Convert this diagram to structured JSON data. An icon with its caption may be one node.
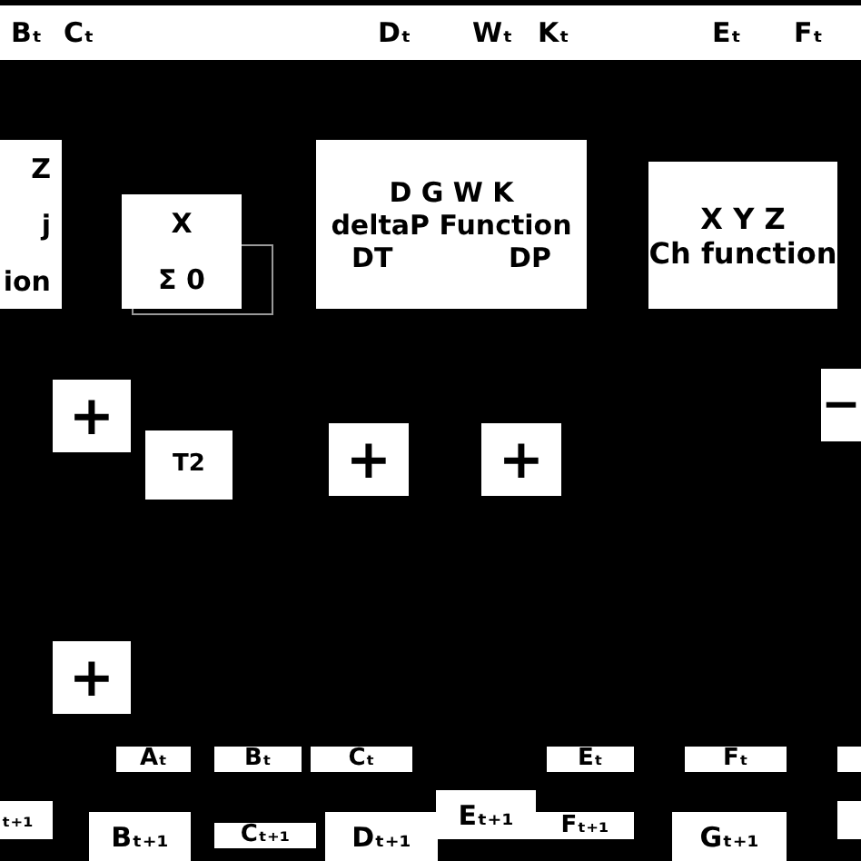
{
  "diagram": {
    "nodes": [
      {
        "text": [
          "Z",
          "j",
          "ion"
        ]
      },
      {
        "text": [
          "X",
          "Σ 0"
        ]
      },
      {
        "text": [
          "D G W K",
          "deltaP Function",
          "DT",
          "DP"
        ]
      },
      {
        "text": [
          "X Y Z",
          "Ch function"
        ]
      },
      {
        "text": [
          "+"
        ]
      },
      {
        "text": [
          "T2"
        ]
      },
      {
        "text": [
          "+"
        ]
      },
      {
        "text": [
          "+"
        ]
      },
      {
        "text": [
          "−"
        ]
      },
      {
        "text": [
          "+"
        ]
      },
      {
        "text": [
          "Aₜ"
        ]
      },
      {
        "text": [
          "Bₜ"
        ]
      },
      {
        "text": [
          "Cₜ"
        ]
      },
      {
        "text": [
          "Eₜ"
        ]
      },
      {
        "text": [
          "Fₜ"
        ]
      },
      {
        "text": [],
        "shape": "box"
      },
      {
        "text": [
          "ₜ₊₁"
        ]
      },
      {
        "text": [
          "Bₜ₊₁"
        ]
      },
      {
        "text": [
          "Cₜ₊₁"
        ]
      },
      {
        "text": [
          "Dₜ₊₁"
        ]
      },
      {
        "text": [
          "Eₜ₊₁"
        ]
      },
      {
        "text": [
          "Fₜ₊₁"
        ]
      },
      {
        "text": [
          "Gₜ₊₁"
        ]
      },
      {
        "text": [],
        "shape": "box"
      }
    ],
    "labels": [
      "Bₜ",
      "Cₜ",
      "Dₜ",
      "Wₜ",
      "Kₜ",
      "Eₜ",
      "Fₜ"
    ]
  }
}
